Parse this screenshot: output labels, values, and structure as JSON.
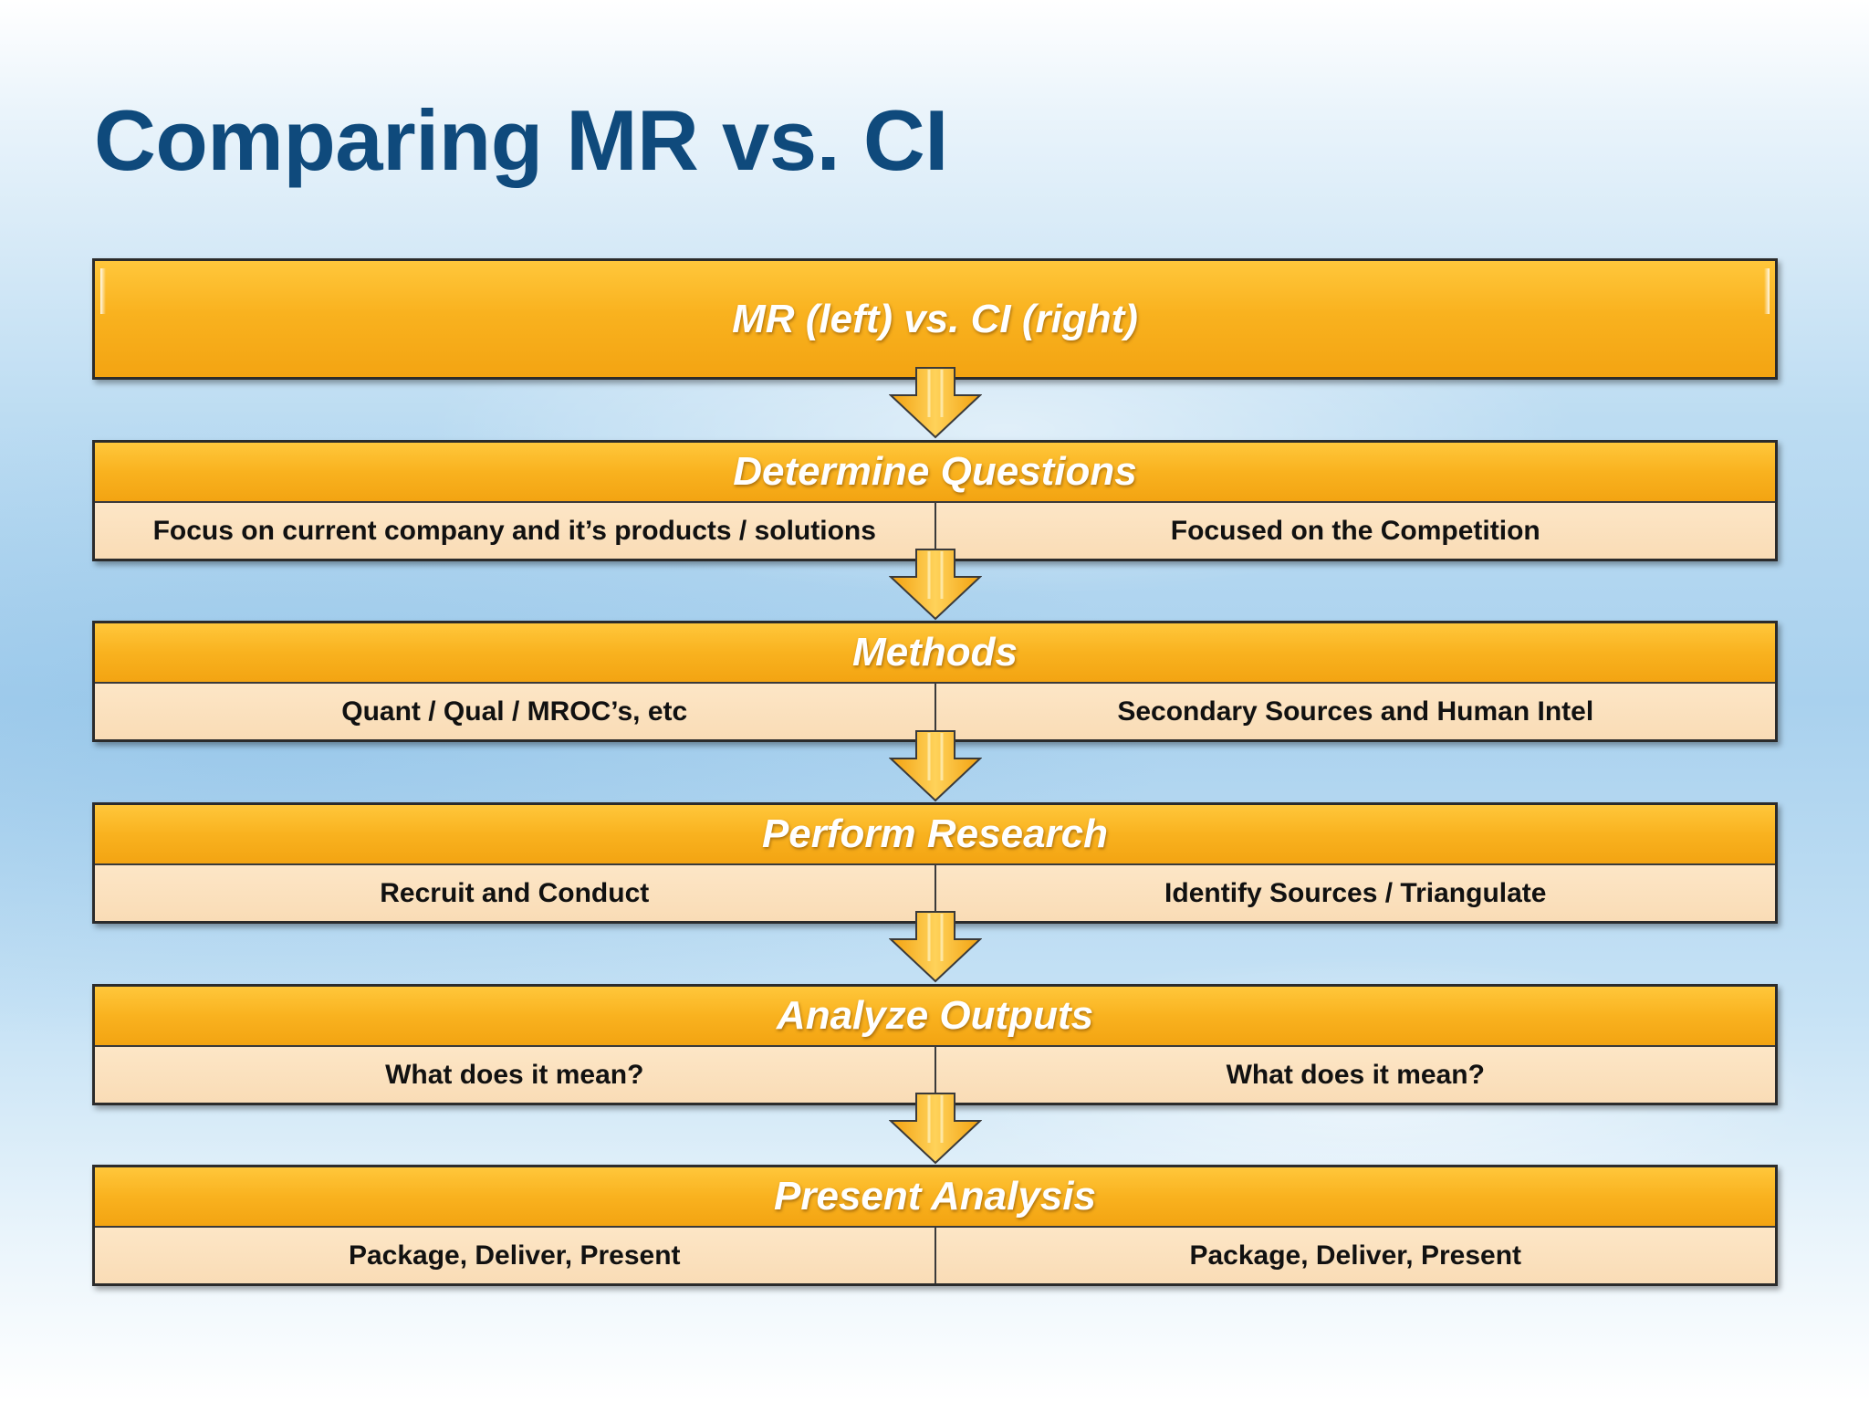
{
  "slide": {
    "title": "Comparing MR vs. CI",
    "header": "MR (left) vs. CI (right)"
  },
  "steps": [
    {
      "title": "Determine Questions",
      "left": "Focus on current company and it’s products / solutions",
      "right": "Focused on the Competition"
    },
    {
      "title": "Methods",
      "left": "Quant / Qual / MROC’s, etc",
      "right": "Secondary Sources and Human Intel"
    },
    {
      "title": "Perform Research",
      "left": "Recruit and Conduct",
      "right": "Identify Sources / Triangulate"
    },
    {
      "title": "Analyze Outputs",
      "left": "What does it mean?",
      "right": "What does it mean?"
    },
    {
      "title": "Present Analysis",
      "left": "Package, Deliver, Present",
      "right": "Package, Deliver, Present"
    }
  ],
  "colors": {
    "title": "#0f4a7c",
    "band": "#f9b21f",
    "cell": "#fbe0bd",
    "arrow": "#f9b21f"
  },
  "icons": {
    "connector": "down-arrow-icon"
  }
}
